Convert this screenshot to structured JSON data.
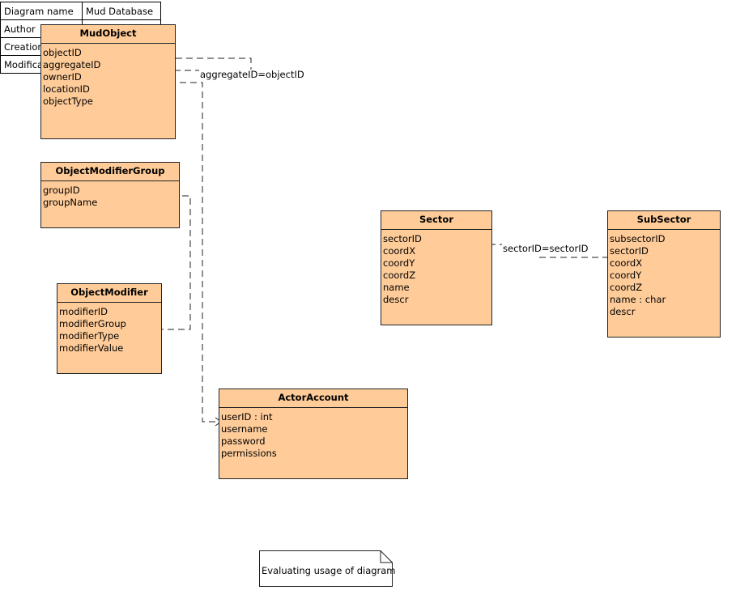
{
  "diagram_info": {
    "rows": [
      {
        "key": "Diagram name",
        "value": "Mud Database"
      },
      {
        "key": "Author",
        "value": ""
      },
      {
        "key": "Creation",
        "value": ""
      },
      {
        "key": "Modifica",
        "value": ""
      }
    ]
  },
  "entities": {
    "mudobject": {
      "title": "MudObject",
      "fields": [
        "objectID",
        "aggregateID",
        "ownerID",
        "locationID",
        "objectType"
      ]
    },
    "objectmodifiergroup": {
      "title": "ObjectModifierGroup",
      "fields": [
        "groupID",
        "groupName"
      ]
    },
    "objectmodifier": {
      "title": "ObjectModifier",
      "fields": [
        "modifierID",
        "modifierGroup",
        "modifierType",
        "modifierValue"
      ]
    },
    "sector": {
      "title": "Sector",
      "fields": [
        "sectorID",
        "coordX",
        "coordY",
        "coordZ",
        "name",
        "descr"
      ]
    },
    "subsector": {
      "title": "SubSector",
      "fields": [
        "subsectorID",
        "sectorID",
        "coordX",
        "coordY",
        "coordZ",
        "name : char",
        "descr"
      ]
    },
    "actoraccount": {
      "title": "ActorAccount",
      "fields": [
        "userID : int",
        "username",
        "password",
        "permissions"
      ]
    }
  },
  "relations": {
    "aggregate_label": "aggregateID=objectID",
    "sector_label": "sectorID=sectorID"
  },
  "note": {
    "text": "Evaluating usage of diagram"
  },
  "colors": {
    "entity_fill": "#ffcc99",
    "line": "#000000"
  }
}
